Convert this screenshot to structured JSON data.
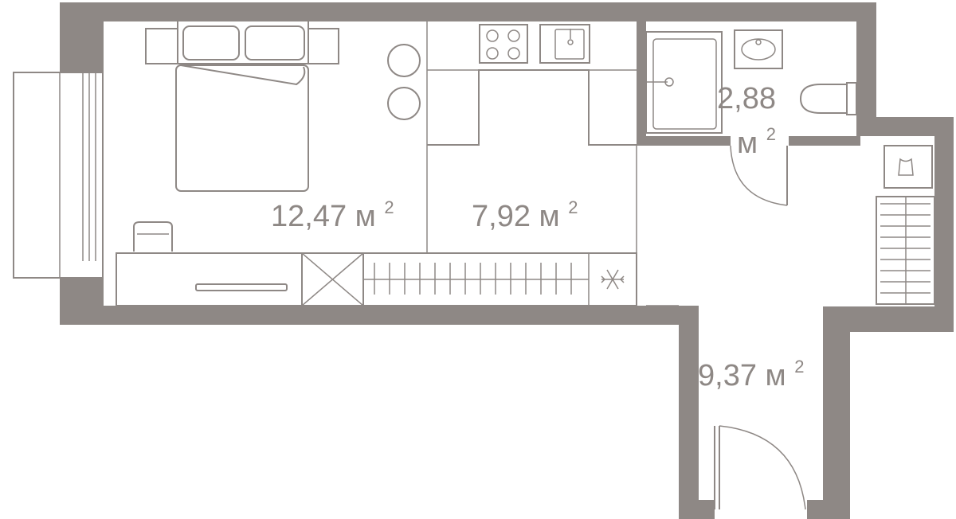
{
  "rooms": {
    "bedroom": {
      "area": "12,47",
      "unit": "м",
      "sup": "2"
    },
    "kitchen": {
      "area": "7,92",
      "unit": "м",
      "sup": "2"
    },
    "bathroom": {
      "area": "2,88",
      "unit": "м",
      "sup": "2"
    },
    "hall": {
      "area": "9,37",
      "unit": "м",
      "sup": "2"
    }
  },
  "colors": {
    "wall": "#8e8885",
    "line": "#8e8885",
    "background": "#ffffff"
  },
  "icons": [
    "bed-icon",
    "pillow-icon",
    "nightstand-icon",
    "chair-icon",
    "stool-icon",
    "stove-icon",
    "sink-icon",
    "shower-icon",
    "washbasin-icon",
    "toilet-icon",
    "snowflake-icon",
    "door-icon",
    "wardrobe-icon",
    "window-icon"
  ]
}
